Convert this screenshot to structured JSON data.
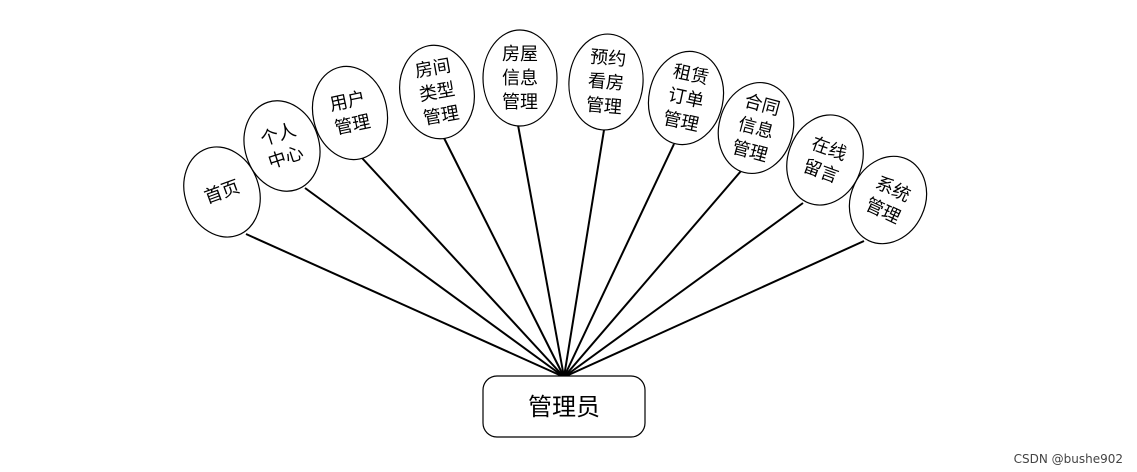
{
  "diagram": {
    "root": {
      "label": "管理员"
    },
    "nodes": [
      {
        "lines": [
          "首页"
        ]
      },
      {
        "lines": [
          "个人",
          "中心"
        ]
      },
      {
        "lines": [
          "用户",
          "管理"
        ]
      },
      {
        "lines": [
          "房间",
          "类型",
          "管理"
        ]
      },
      {
        "lines": [
          "房屋",
          "信息",
          "管理"
        ]
      },
      {
        "lines": [
          "预约",
          "看房",
          "管理"
        ]
      },
      {
        "lines": [
          "租赁",
          "订单",
          "管理"
        ]
      },
      {
        "lines": [
          "合同",
          "信息",
          "管理"
        ]
      },
      {
        "lines": [
          "在线",
          "留言"
        ]
      },
      {
        "lines": [
          "系统",
          "管理"
        ]
      }
    ]
  },
  "watermark": "CSDN @bushe902"
}
